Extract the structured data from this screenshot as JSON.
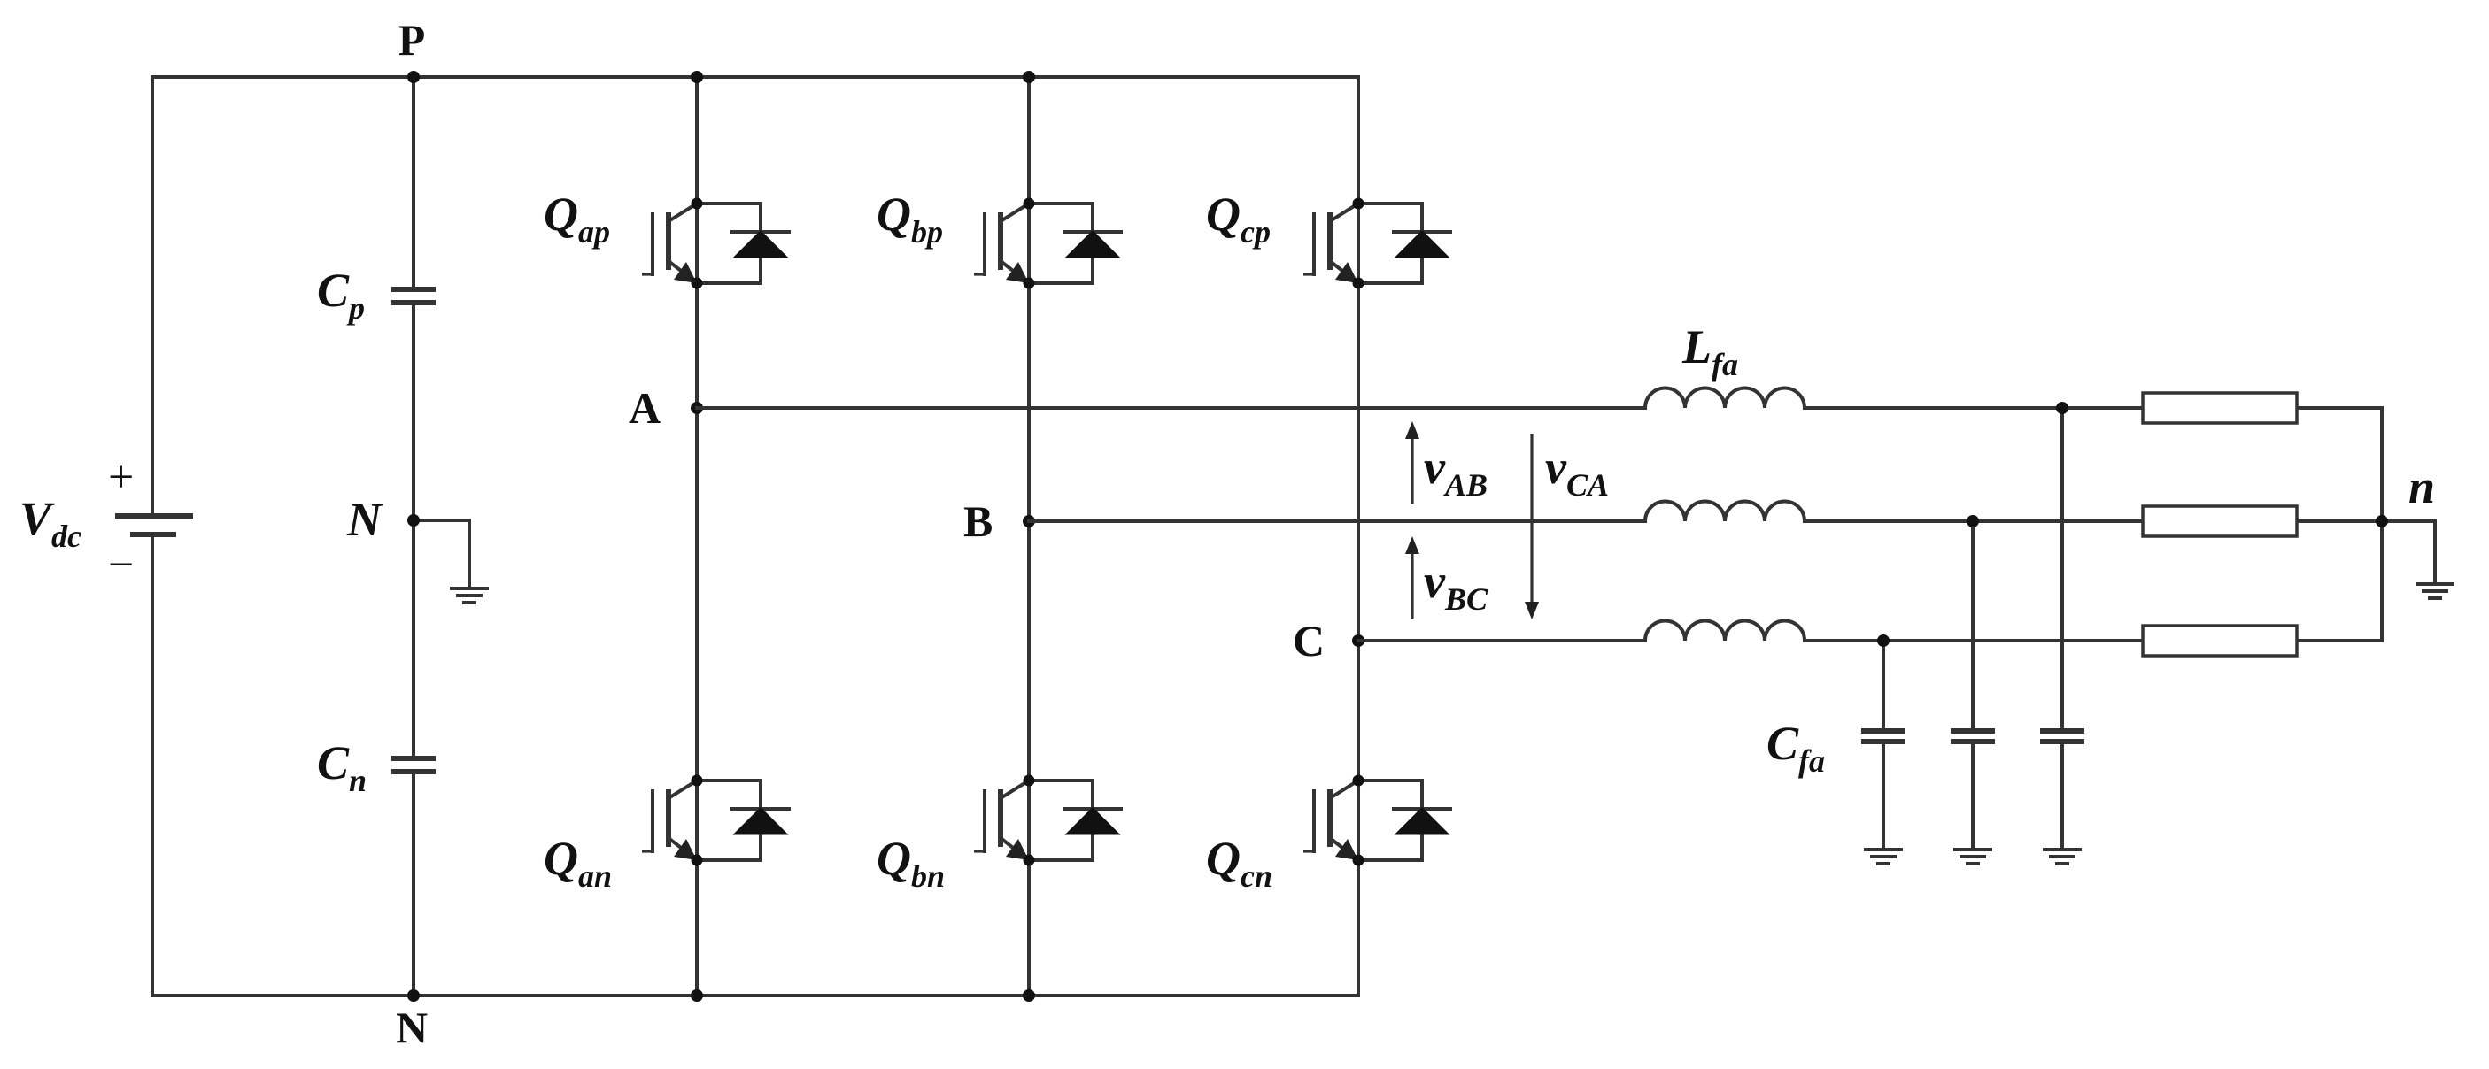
{
  "nodes": {
    "P": "P",
    "N_bottom": "N",
    "N_mid": "N",
    "A": "A",
    "B": "B",
    "C": "C",
    "n": "n"
  },
  "source": {
    "main": "V",
    "sub": "dc",
    "plus": "+",
    "minus": "−"
  },
  "capacitors": {
    "upper": {
      "main": "C",
      "sub": "p"
    },
    "lower": {
      "main": "C",
      "sub": "n"
    },
    "filter": {
      "main": "C",
      "sub": "fa"
    }
  },
  "switches": [
    {
      "main": "Q",
      "sub": "ap"
    },
    {
      "main": "Q",
      "sub": "bp"
    },
    {
      "main": "Q",
      "sub": "cp"
    },
    {
      "main": "Q",
      "sub": "an"
    },
    {
      "main": "Q",
      "sub": "bn"
    },
    {
      "main": "Q",
      "sub": "cn"
    }
  ],
  "inductor": {
    "main": "L",
    "sub": "fa"
  },
  "voltages": {
    "ab": {
      "main": "v",
      "sub": "AB"
    },
    "ca": {
      "main": "v",
      "sub": "CA"
    },
    "bc": {
      "main": "v",
      "sub": "BC"
    }
  }
}
